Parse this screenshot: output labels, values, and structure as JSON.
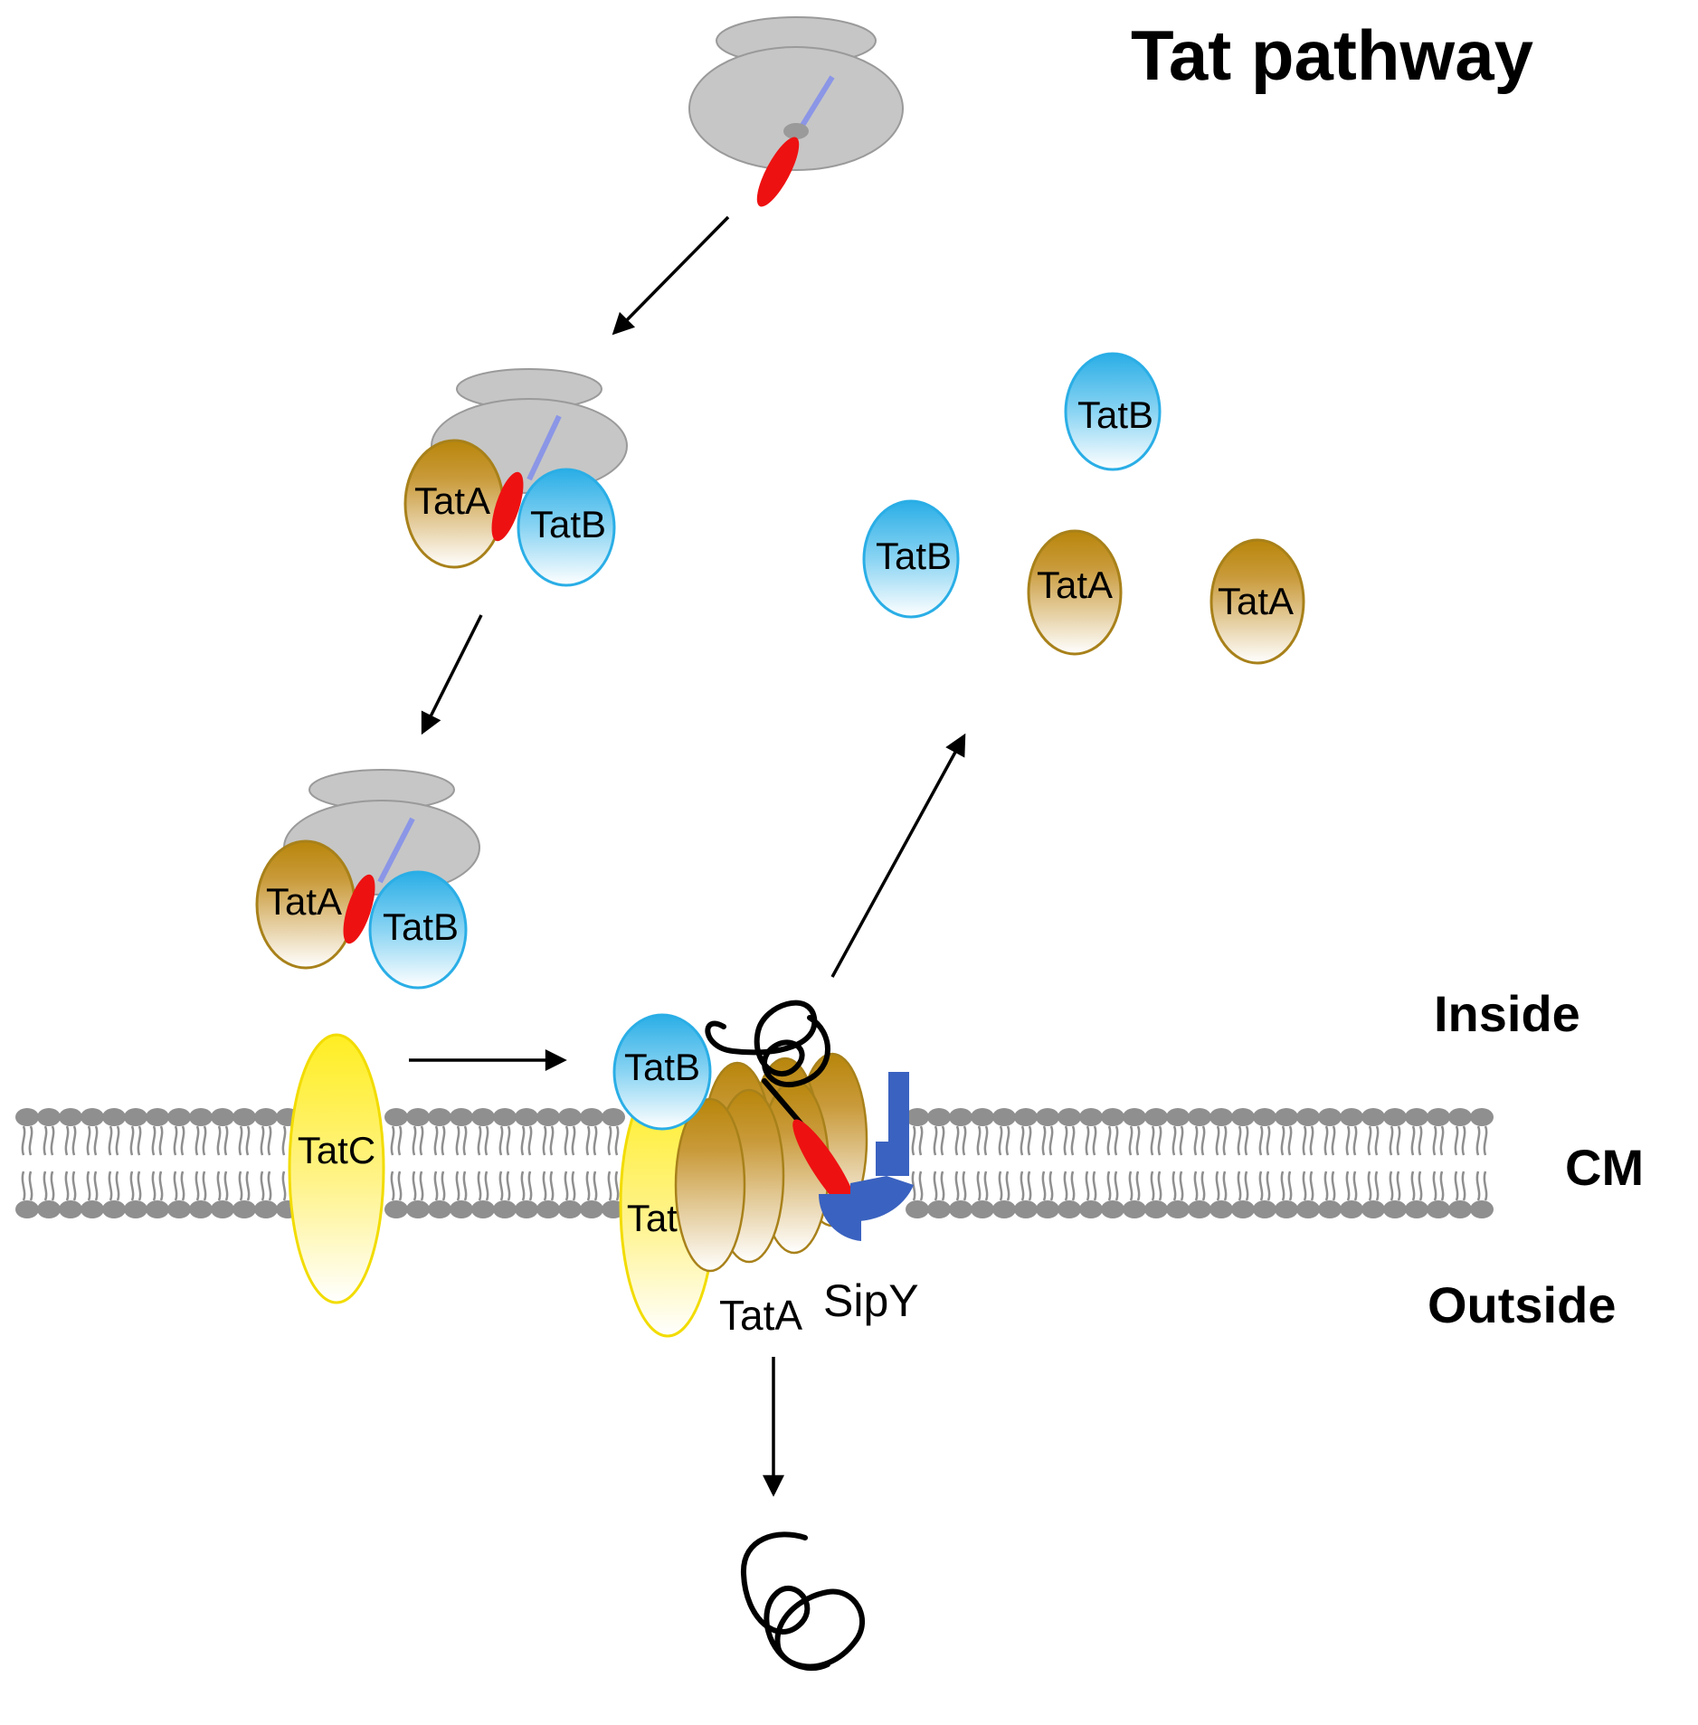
{
  "title": "Tat pathway",
  "labels": {
    "tata": "TatA",
    "tatb": "TatB",
    "tatc": "TatC",
    "sipy": "SipY",
    "inside": "Inside",
    "cm": "CM",
    "outside": "Outside"
  },
  "colors": {
    "ribosome": "#c6c6c6",
    "ribosome_edge": "#9a9a9a",
    "signal_peptide": "#ee1111",
    "nascent_chain": "#8b96e6",
    "tata_gold": "#b8860b",
    "tatb_blue": "#33b5ea",
    "tatc_yellow": "#ffee22",
    "sipy_blue": "#3a62c0",
    "membrane": "#8f8f8f"
  },
  "icons": [
    "ribosome-icon",
    "tata-protein-icon",
    "tatb-protein-icon",
    "tatc-protein-icon",
    "sipy-peptidase-icon",
    "folded-protein-icon",
    "membrane-bilayer-icon",
    "arrow-icon"
  ]
}
